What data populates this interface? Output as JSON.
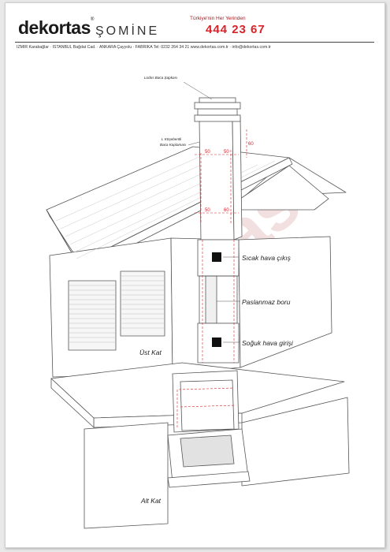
{
  "header": {
    "brand": "dekortas",
    "brand_product": "ŞOMİNE",
    "tagline": "Türkiye'nin Her Yerinden",
    "phone": "444 23 67",
    "address": "İZMİR Karabağlar · İSTANBUL Bağdat Cad. · ANKARA Çayyolu · FABRİKA Tel: 0232 264 34 21  www.dekortas.com.tr · info@dekortas.com.tr"
  },
  "watermark": "dekortas",
  "labels": {
    "cap": "Lodos Baca Şapkası",
    "chimney_casing_line1": "L Köşebentli",
    "chimney_casing_line2": "Baca Kaplaması",
    "hot_air": "Sıcak hava çıkış",
    "steel_pipe": "Paslanmaz boru",
    "cold_air": "Soğuk hava girişi",
    "upper_floor": "Üst Kat",
    "lower_floor": "Alt Kat"
  },
  "dimensions": {
    "chimney_top_left": "50",
    "chimney_top_right": "50",
    "chimney_top_side": "60",
    "chimney_mid_left": "50",
    "chimney_mid_right": "60"
  },
  "colors": {
    "accent": "#d8232a",
    "line": "#555555",
    "watermark": "#eed4d6"
  }
}
